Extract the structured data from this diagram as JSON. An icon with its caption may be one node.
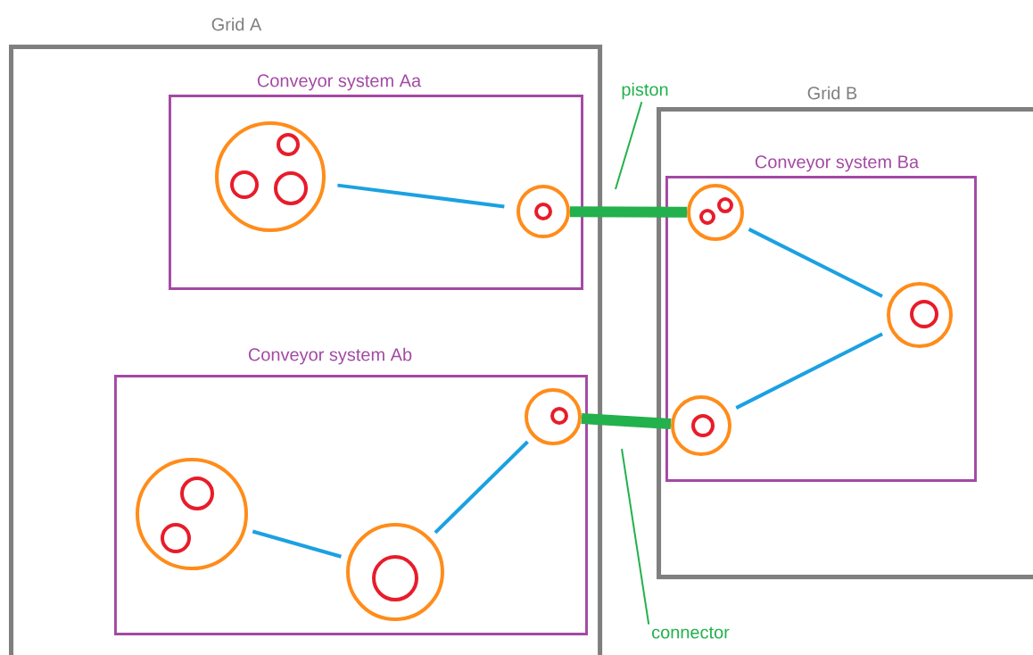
{
  "diagram": {
    "nodes": [
      {
        "text": [
          "Grid A"
        ]
      },
      {
        "text": [
          "Conveyor system Aa"
        ],
        "in": 0
      },
      {
        "text": [],
        "shape": "circle",
        "in": 1
      },
      {
        "text": [],
        "shape": "circle",
        "in": 2
      },
      {
        "text": [],
        "shape": "circle",
        "in": 2
      },
      {
        "text": [],
        "shape": "circle",
        "in": 2
      },
      {
        "text": [],
        "shape": "circle",
        "in": 1
      },
      {
        "text": [],
        "shape": "circle",
        "in": 6
      },
      {
        "text": [
          "piston"
        ]
      },
      {
        "text": [
          "Grid B"
        ]
      },
      {
        "text": [
          "Conveyor system Ba"
        ],
        "in": 9
      },
      {
        "text": [],
        "shape": "circle",
        "in": 10
      },
      {
        "text": [],
        "shape": "circle",
        "in": 11
      },
      {
        "text": [],
        "shape": "circle",
        "in": 11
      },
      {
        "text": [],
        "shape": "circle",
        "in": 10
      },
      {
        "text": [],
        "shape": "circle",
        "in": 14
      },
      {
        "text": [
          "Conveyor system Ab"
        ],
        "in": 0
      },
      {
        "text": [],
        "shape": "circle",
        "in": 16
      },
      {
        "text": [],
        "shape": "circle",
        "in": 17
      },
      {
        "text": [],
        "shape": "circle",
        "in": 16
      },
      {
        "text": [],
        "shape": "circle",
        "in": 19
      },
      {
        "text": [],
        "shape": "circle",
        "in": 19
      },
      {
        "text": [],
        "shape": "circle",
        "in": 16
      },
      {
        "text": [],
        "shape": "circle",
        "in": 22
      },
      {
        "text": [],
        "shape": "circle",
        "in": 10
      },
      {
        "text": [],
        "shape": "circle",
        "in": 24
      },
      {
        "text": [
          "connector"
        ]
      }
    ],
    "edges": [
      {
        "from": 2,
        "to": 6,
        "arrow": "none",
        "color": "#1ba1e2"
      },
      {
        "from": 6,
        "to": 11,
        "arrow": "none",
        "style": "thick",
        "color": "#22b14c"
      },
      {
        "from": 11,
        "to": 14,
        "arrow": "none",
        "color": "#1ba1e2"
      },
      {
        "from": 14,
        "to": 24,
        "arrow": "none",
        "color": "#1ba1e2"
      },
      {
        "from": 19,
        "to": 22,
        "arrow": "none",
        "color": "#1ba1e2"
      },
      {
        "from": 22,
        "to": 17,
        "arrow": "none",
        "color": "#1ba1e2"
      },
      {
        "from": 17,
        "to": 24,
        "arrow": "none",
        "style": "thick",
        "color": "#22b14c"
      },
      {
        "from": 8,
        "to": null,
        "arrow": "none",
        "color": "#22b14c"
      },
      {
        "from": 26,
        "to": null,
        "arrow": "none",
        "color": "#22b14c"
      }
    ]
  }
}
